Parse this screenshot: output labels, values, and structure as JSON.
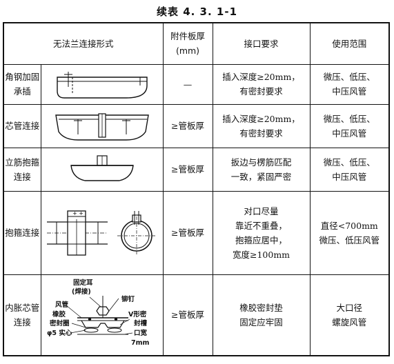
{
  "title": "续表 4. 3. 1-1",
  "headers": {
    "form": "无法兰连接形式",
    "thickness_line1": "附件板厚",
    "thickness_line2": "(mm)",
    "requirement": "接口要求",
    "scope": "使用范围"
  },
  "rows": [
    {
      "name": [
        "角钢加固",
        "承插"
      ],
      "thickness": "—",
      "requirement": [
        "插入深度≥20mm，",
        "有密封要求"
      ],
      "scope": [
        "微压、低压、",
        "中压风管"
      ]
    },
    {
      "name": [
        "芯管连接"
      ],
      "thickness": "≥管板厚",
      "requirement": [
        "插入深度≥20mm，",
        "有密封要求"
      ],
      "scope": [
        "微压、低压、",
        "中压风管"
      ]
    },
    {
      "name": [
        "立筋抱箍",
        "连接"
      ],
      "thickness": "≥管板厚",
      "requirement": [
        "扳边与楞筋匹配",
        "一致，紧固严密"
      ],
      "scope": [
        "微压、低压、",
        "中压风管"
      ]
    },
    {
      "name": [
        "抱箍连接"
      ],
      "thickness": "≥管板厚",
      "requirement": [
        "对口尽量",
        "靠近不重叠，",
        "抱箍应居中，",
        "宽度≥100mm"
      ],
      "scope": [
        "直径<700mm",
        "微压、低压风管"
      ]
    },
    {
      "name": [
        "内胀芯管",
        "连接"
      ],
      "thickness": "≥管板厚",
      "requirement": [
        "橡胶密封垫",
        "固定应牢固"
      ],
      "scope": [
        "大口径",
        "螺旋风管"
      ]
    }
  ],
  "figure_labels": {
    "ear": "固定耳",
    "ear_weld": "(焊接)",
    "rivet": "铆钉",
    "duct": "风管",
    "rubber": "橡胶",
    "seal_ring": "密封圈",
    "v_groove": "V形密",
    "seal_groove": "封槽",
    "solid": "φ5 实心",
    "gap_label": "口宽",
    "gap_value": "7mm"
  }
}
